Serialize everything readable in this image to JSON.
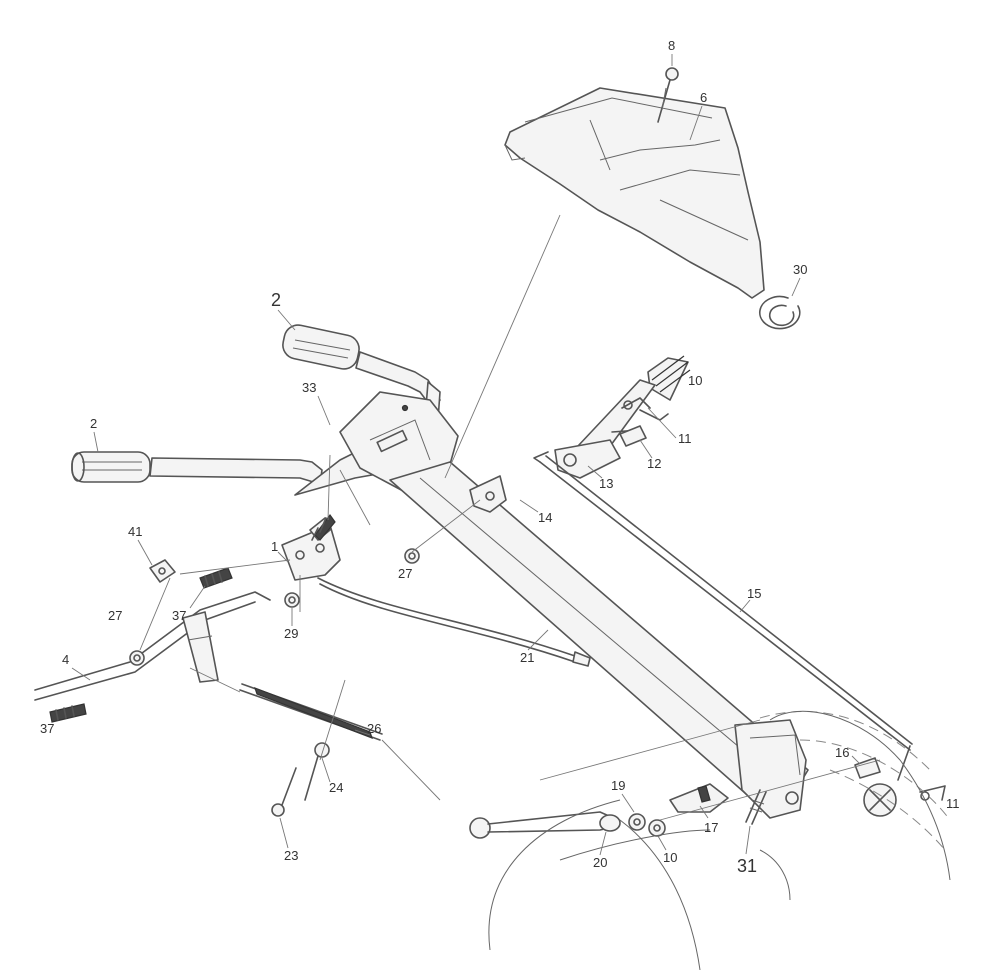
{
  "diagram": {
    "callouts": {
      "c8": "8",
      "c6": "6",
      "c30": "30",
      "c2a": "2",
      "c2b": "2",
      "c33": "33",
      "c10a": "10",
      "c11a": "11",
      "c12": "12",
      "c13": "13",
      "c14": "14",
      "c41": "41",
      "c1": "1",
      "c27a": "27",
      "c27b": "27",
      "c37a": "37",
      "c37b": "37",
      "c29": "29",
      "c15": "15",
      "c21": "21",
      "c4": "4",
      "c26": "26",
      "c16": "16",
      "c11b": "11",
      "c24": "24",
      "c19": "19",
      "c17": "17",
      "c10b": "10",
      "c23": "23",
      "c20": "20",
      "c31": "31"
    }
  }
}
